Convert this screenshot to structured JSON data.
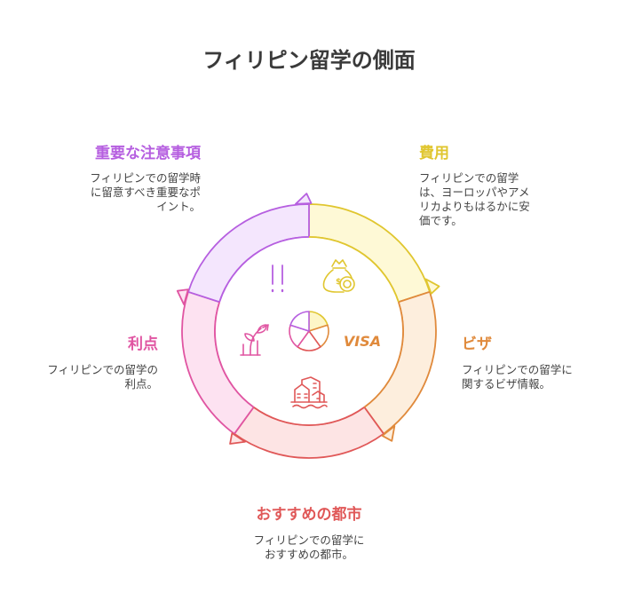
{
  "title": "フィリピン留学の側面",
  "colors": {
    "cost": "#e0c62f",
    "visa": "#e08a3c",
    "cities": "#e05858",
    "benefits": "#e055a2",
    "notes": "#b65fe0"
  },
  "sections": {
    "cost": {
      "heading": "費用",
      "desc": [
        "フィリピンでの留学",
        "は、ヨーロッパやアメ",
        "リカよりもはるかに安",
        "価です。"
      ]
    },
    "visa": {
      "heading": "ビザ",
      "desc": [
        "フィリピンでの留学に",
        "関するビザ情報。"
      ],
      "icon_text": "VISA"
    },
    "cities": {
      "heading": "おすすめの都市",
      "desc": [
        "フィリピンでの留学に",
        "おすすめの都市。"
      ]
    },
    "benefits": {
      "heading": "利点",
      "desc": [
        "フィリピンでの留学の",
        "利点。"
      ]
    },
    "notes": {
      "heading": "重要な注意事項",
      "desc": [
        "フィリピンでの留学時",
        "に留意すべき重要なポ",
        "イント。"
      ]
    }
  },
  "icons": {
    "cost": "money-bag-icon",
    "visa": "visa-icon",
    "cities": "city-buildings-icon",
    "benefits": "growing-plant-icon",
    "notes": "exclamation-icon",
    "center": "pie-chart-icon"
  }
}
